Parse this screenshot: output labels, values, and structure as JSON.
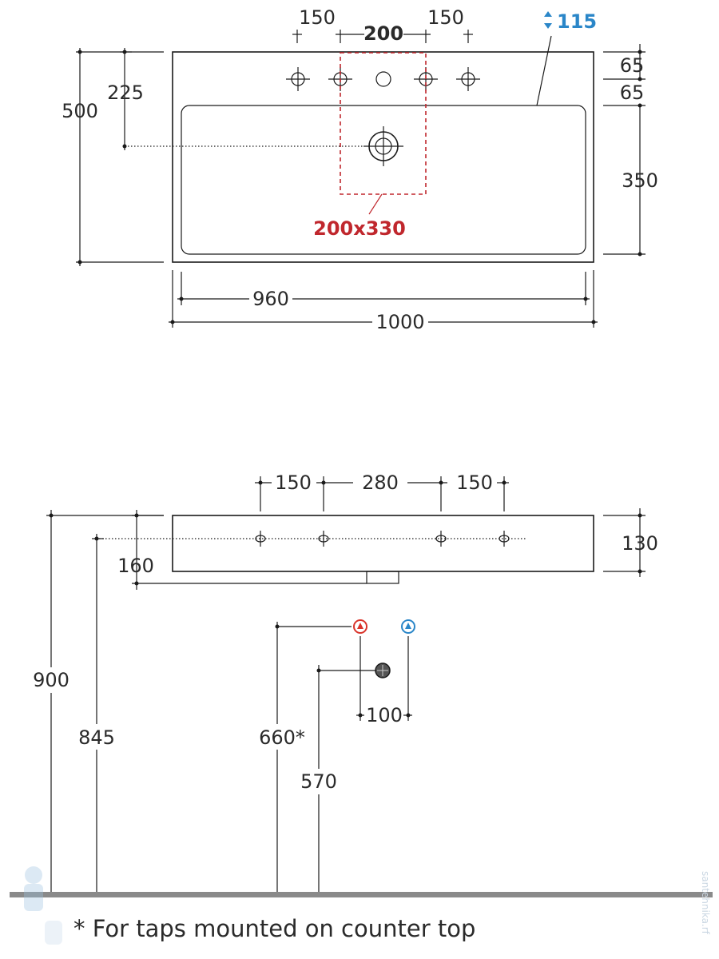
{
  "top_view": {
    "hole_spacing_left": "150",
    "hole_spacing_center": "200",
    "hole_spacing_right": "150",
    "depth_indicator": "115",
    "total_depth": "500",
    "drain_offset": "225",
    "edge_offset_1": "65",
    "edge_offset_2": "65",
    "bowl_depth": "350",
    "inner_width": "960",
    "total_width": "1000",
    "cutout_size": "200x330"
  },
  "side_view": {
    "hole_spacing_left": "150",
    "hole_spacing_center": "280",
    "hole_spacing_right": "150",
    "thickness": "130",
    "drain_drop": "160",
    "total_height": "900",
    "rim_height": "845",
    "supply_height": "660*",
    "waste_height": "570",
    "supply_spacing": "100"
  },
  "footnote": "* For taps mounted on counter top",
  "watermark": "santehnika.rf",
  "colors": {
    "hot": "#d9342b",
    "cold": "#2a86c8",
    "cutout": "#c0272d",
    "floor": "#8a8a8a"
  }
}
